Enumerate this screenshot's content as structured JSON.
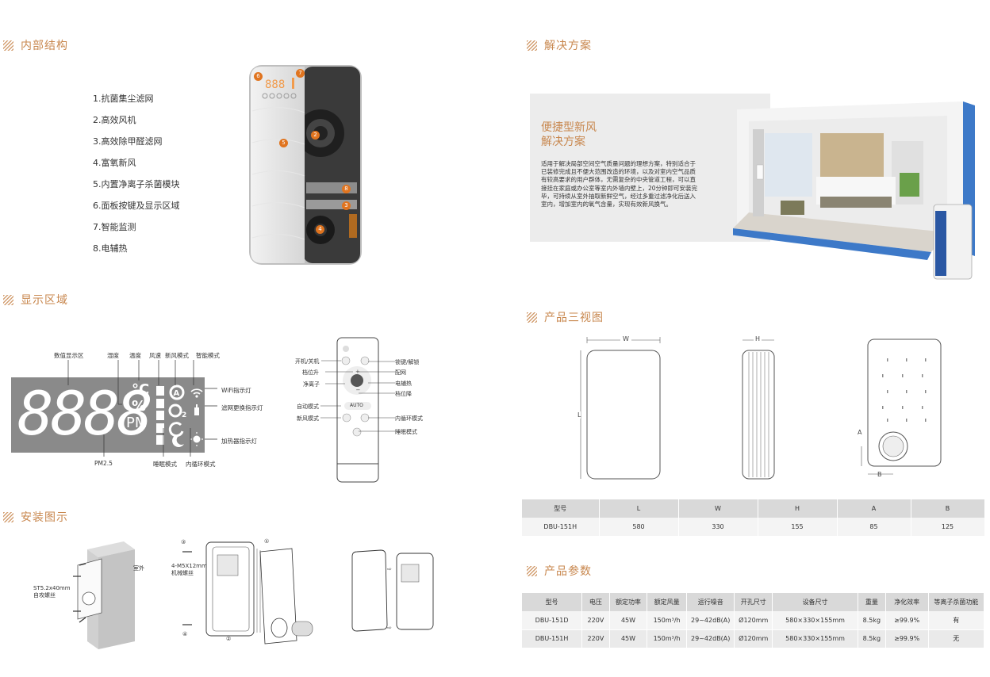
{
  "sections": {
    "internal": "内部结构",
    "solution": "解决方案",
    "display": "显示区域",
    "views": "产品三视图",
    "install": "安装图示",
    "params": "产品参数"
  },
  "structure_items": [
    "1.抗菌集尘滤网",
    "2.高效风机",
    "3.高效除甲醛滤网",
    "4.富氧新风",
    "5.内置净离子杀菌模块",
    "6.面板按键及显示区域",
    "7.智能监测",
    "8.电辅热"
  ],
  "device_callouts": [
    "6",
    "7",
    "2",
    "5",
    "8",
    "3",
    "4"
  ],
  "solution": {
    "title_line1": "便捷型新风",
    "title_line2": "解决方案",
    "body": "适用于解决局部空间空气质量问题的理想方案，特别适合于已装修完成且不便大范围改造的环境，以及对室内空气品质有较高要求的用户群体，无需复杂的中央管道工程，可以直接挂在家庭或办公室等室内外墙内壁上，20分钟即可安装完毕，可持续从室外抽取新鲜空气，经过多重过滤净化后送入室内，增加室内的氧气含量，实现有效新风换气。"
  },
  "display_panel": {
    "digits": "8888",
    "pm_text": "PM",
    "pct": "%",
    "temp_unit": "°C",
    "o2": "O₂",
    "labels": {
      "numeric": "数值显示区",
      "humidity": "湿度",
      "temperature": "温度",
      "wind_speed": "风速",
      "fresh_air": "新风模式",
      "smart": "智能模式",
      "wifi": "WiFi指示灯",
      "filter": "滤网更换指示灯",
      "heater": "加热器指示灯",
      "pm25": "PM2.5",
      "sleep": "睡眠模式",
      "inner_cycle": "内循环模式"
    }
  },
  "remote": {
    "auto": "AUTO",
    "labels_left": [
      "开机/关机",
      "档位升",
      "净离子",
      "自动模式",
      "新风模式"
    ],
    "labels_right": [
      "锁键/解锁",
      "配网",
      "电辅热",
      "档位降",
      "内循环模式",
      "睡眠模式"
    ]
  },
  "install": {
    "screw1": "ST5.2x40mm",
    "screw1_desc": "自攻螺丝",
    "outdoor": "室外",
    "screw2": "4-M5X12mm",
    "screw2_desc": "机械螺丝",
    "steps": [
      "①",
      "②",
      "③",
      "④"
    ]
  },
  "views": {
    "dim_w": "W",
    "dim_h": "H",
    "dim_l": "L",
    "dim_a": "A",
    "dim_b": "B",
    "headers": [
      "型号",
      "L",
      "W",
      "H",
      "A",
      "B"
    ],
    "rows": [
      [
        "DBU-151H",
        "580",
        "330",
        "155",
        "85",
        "125"
      ]
    ]
  },
  "params": {
    "headers": [
      "型号",
      "电压",
      "额定功率",
      "额定风量",
      "运行噪音",
      "开孔尺寸",
      "设备尺寸",
      "重量",
      "净化效率",
      "等离子杀菌功能"
    ],
    "rows": [
      [
        "DBU-151D",
        "220V",
        "45W",
        "150m³/h",
        "29~42dB(A)",
        "Ø120mm",
        "580×330×155mm",
        "8.5kg",
        "≥99.9%",
        "有"
      ],
      [
        "DBU-151H",
        "220V",
        "45W",
        "150m³/h",
        "29~42dB(A)",
        "Ø120mm",
        "580×330×155mm",
        "8.5kg",
        "≥99.9%",
        "无"
      ]
    ]
  },
  "colors": {
    "accent": "#c8874e",
    "display_bg": "#8a8a8a",
    "table_head": "#d9d9d9"
  }
}
